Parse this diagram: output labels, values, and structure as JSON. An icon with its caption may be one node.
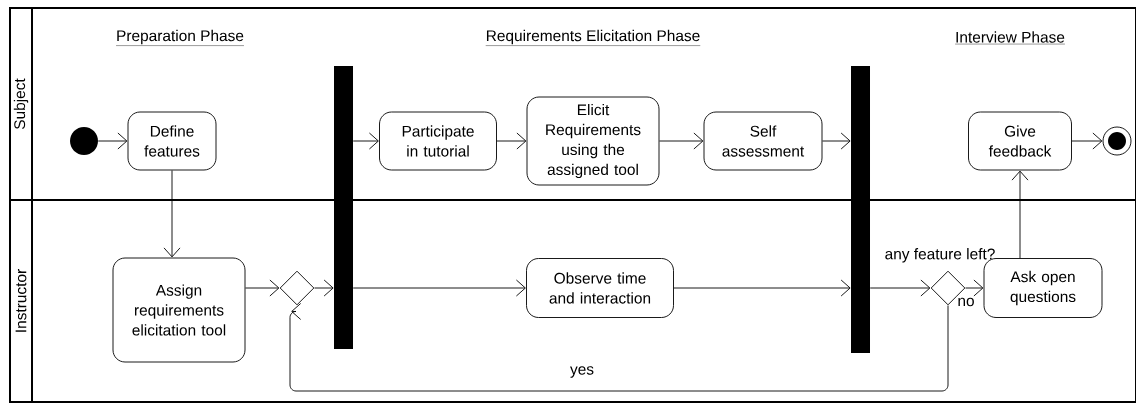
{
  "diagram": {
    "nodes": [
      {
        "text": [
          "Subject"
        ]
      },
      {
        "text": [
          "Instructor"
        ]
      },
      {
        "text": [],
        "shape": "circle",
        "in": 0
      },
      {
        "text": [
          "Define features"
        ],
        "in": 0
      },
      {
        "text": [],
        "shape": "bar"
      },
      {
        "text": [
          "Participate in tutorial"
        ],
        "in": 0
      },
      {
        "text": [
          "Elicit Requirements using the assigned tool"
        ],
        "in": 0
      },
      {
        "text": [
          "Self assessment"
        ],
        "in": 0
      },
      {
        "text": [],
        "shape": "bar"
      },
      {
        "text": [
          "Give feedback"
        ],
        "in": 0
      },
      {
        "text": [],
        "shape": "circle",
        "in": 0
      },
      {
        "text": [
          "Assign requirements elicitation tool"
        ],
        "in": 1
      },
      {
        "text": [],
        "shape": "diamond",
        "in": 1
      },
      {
        "text": [
          "Observe time and interaction"
        ],
        "in": 1
      },
      {
        "text": [],
        "shape": "diamond",
        "in": 1,
        "beside": [
          "any feature left?"
        ]
      },
      {
        "text": [
          "Ask open questions"
        ],
        "in": 1
      }
    ],
    "edges": [
      {
        "from": 2,
        "to": 3,
        "arrow": "to"
      },
      {
        "from": 3,
        "to": 11,
        "arrow": "to"
      },
      {
        "from": 11,
        "to": 12,
        "arrow": "to"
      },
      {
        "from": 12,
        "to": 4,
        "arrow": "to"
      },
      {
        "from": 4,
        "to": 5,
        "arrow": "to"
      },
      {
        "from": 4,
        "to": 13,
        "arrow": "to"
      },
      {
        "from": 5,
        "to": 6,
        "arrow": "to"
      },
      {
        "from": 6,
        "to": 7,
        "arrow": "to"
      },
      {
        "from": 7,
        "to": 8,
        "arrow": "to"
      },
      {
        "from": 13,
        "to": 8,
        "arrow": "to"
      },
      {
        "from": 8,
        "to": 14,
        "arrow": "to"
      },
      {
        "from": 14,
        "to": 15,
        "label": "no",
        "arrow": "to"
      },
      {
        "from": 15,
        "to": 9,
        "arrow": "to"
      },
      {
        "from": 9,
        "to": 10,
        "arrow": "to"
      },
      {
        "from": 14,
        "to": 12,
        "label": "yes",
        "arrow": "to"
      }
    ],
    "labels": [
      "Preparation Phase",
      "Requirements Elicitation Phase",
      "Interview Phase"
    ]
  }
}
